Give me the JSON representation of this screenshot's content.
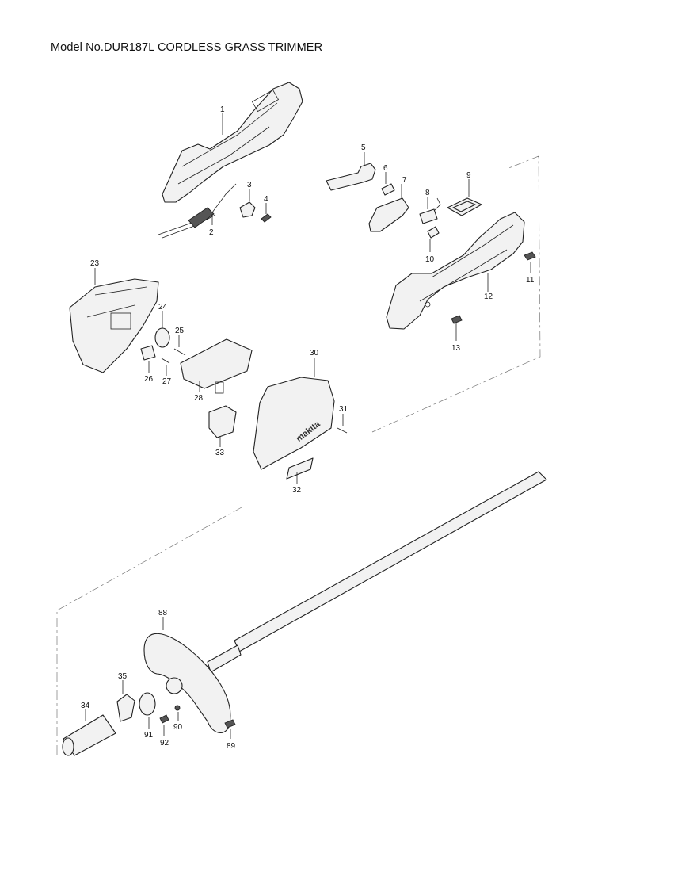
{
  "title": "Model No.DUR187L CORDLESS GRASS TRIMMER",
  "brand_text": "makita",
  "callouts": [
    "1",
    "2",
    "3",
    "4",
    "5",
    "6",
    "7",
    "8",
    "9",
    "10",
    "11",
    "12",
    "13",
    "23",
    "24",
    "25",
    "26",
    "27",
    "28",
    "30",
    "31",
    "32",
    "33",
    "34",
    "35",
    "88",
    "89",
    "90",
    "91",
    "92"
  ]
}
